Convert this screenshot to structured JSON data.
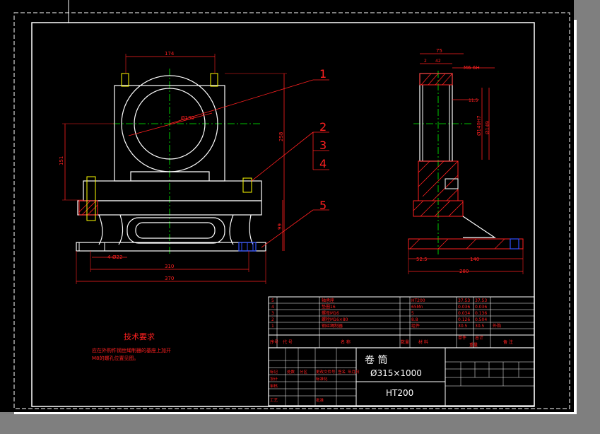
{
  "drawing": {
    "title_main": "卷    筒",
    "title_spec": "Ø315×1000",
    "material": "HT200",
    "tech_title": "技术要求",
    "tech_line1": "应在外购件钢丝绳制器的基座上加开",
    "tech_line2": "M8的螺孔位置见图。"
  },
  "balloons": [
    "1",
    "2",
    "3",
    "4",
    "5"
  ],
  "front_view": {
    "dims": {
      "top_width": "174",
      "diameter": "Ø130",
      "height_total": "258",
      "height_left": "151",
      "height_base": "99",
      "holes": "4-Ø22",
      "inner_width": "310",
      "outer_width": "370"
    }
  },
  "side_view": {
    "dims": {
      "top": "75",
      "a": "2",
      "b": "42",
      "thread": "M6-6H",
      "offset": "11.5",
      "bore": "Ø140H7",
      "outer": "Ø149",
      "left": "52.5",
      "mid": "140",
      "overall": "280"
    }
  },
  "bom": {
    "rows": [
      {
        "no": "5",
        "name": "轴承座",
        "qty": "",
        "material": "HT200",
        "w1": "37.53",
        "w2": "37.53"
      },
      {
        "no": "4",
        "name": "垫圈16",
        "qty": "",
        "material": "65Mn",
        "w1": "0.036",
        "w2": "0.036"
      },
      {
        "no": "3",
        "name": "螺母M16",
        "qty": "",
        "material": "5",
        "w1": "0.034",
        "w2": "0.136"
      },
      {
        "no": "2",
        "name": "螺栓M16×80",
        "qty": "",
        "material": "8.8",
        "w1": "0.126",
        "w2": "0.504"
      },
      {
        "no": "1",
        "name": "钢丝绳制器",
        "qty": "",
        "material": "组件",
        "w1": "30.5",
        "w2": "30.5",
        "note": "外购"
      }
    ],
    "header": {
      "no": "序号",
      "code": "代  号",
      "name": "名    称",
      "qty": "数量",
      "material": "材    料",
      "single": "单件",
      "total": "总计",
      "weight": "重量",
      "note": "备  注"
    }
  },
  "title_block": {
    "labels": [
      "标记",
      "处数",
      "分区",
      "更改文件号",
      "签名",
      "年月日",
      "设计",
      "标准化",
      "审核",
      "工艺",
      "批准"
    ]
  },
  "colors": {
    "paper": "#000000",
    "border": "#ffffff",
    "center": "#00ff00",
    "hatch": "#ff2020",
    "dim": "#ff2020",
    "bolt": "#ffff00",
    "nut": "#3050ff"
  }
}
